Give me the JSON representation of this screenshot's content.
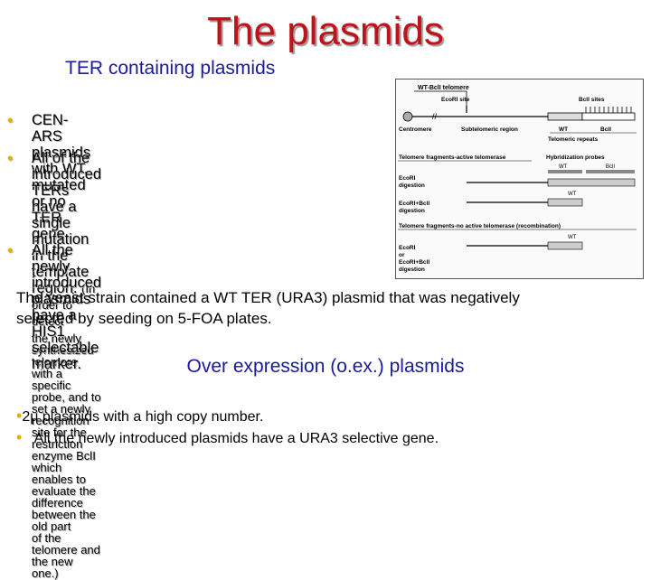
{
  "title": "The plasmids",
  "section1": {
    "heading": "TER containing plasmids",
    "bullets": [
      {
        "text": "CEN-ARS plasmids with WT, mutated or no TER",
        "text2": "gene."
      },
      {
        "text": "All of the introduced TERs have a single",
        "text2": "mutation in the template region.",
        "note_inline": "(In order to detect",
        "note_lines": [
          "the newly synthesized telomere with a specific probe, and to",
          "set a newly recognition site for the restriction enzyme BclI",
          "which enables to evaluate the difference between the old part",
          "of the telomere and the new one.)"
        ]
      },
      {
        "text": "All the newly introduced plasmids have a HIS1",
        "text2": "selectable marker."
      }
    ],
    "paragraph_line1": "The yeast strain contained a WT TER (URA3) plasmid that was negatively",
    "paragraph_line2": "selected by seeding on 5-FOA plates."
  },
  "section2": {
    "heading": "Over expression (o.ex.) plasmids",
    "bullets": [
      "2μ plasmids with a high copy number.",
      "All the newly introduced plasmids have a URA3 selective gene."
    ]
  },
  "diagram": {
    "wt_bcli_telomere": "WT-BclI telomere",
    "ecori_site": "EcoRI site",
    "bcli_sites": "BclI sites",
    "centromere": "Centromere",
    "subtelomeric_region": "Subtelomeric region",
    "wt": "WT",
    "bcli": "BclI",
    "telomeric_repeats": "Telomeric repeats",
    "active_header": "Telomere fragments-active telomerase",
    "hybridization_probes": "Hybridization probes",
    "probe_wt": "WT",
    "probe_bcli": "BclI",
    "ecori_digestion_1a": "EcoRI",
    "ecori_digestion_1b": "digestion",
    "ecori_bcli_digestion_1a": "EcoRI+BclI",
    "ecori_bcli_digestion_1b": "digestion",
    "inactive_header": "Telomere fragments-no active telomerase (recombination)",
    "ecori_2a": "EcoRI",
    "ecori_2b": "or",
    "ecori_2c": "EcoRI+BclI",
    "ecori_2d": "digestion",
    "band_wt1": "WT",
    "band_wt2": "WT"
  },
  "colors": {
    "title": "#c0121a",
    "heading": "#1a1a9a",
    "bullet": "#e0b000"
  }
}
